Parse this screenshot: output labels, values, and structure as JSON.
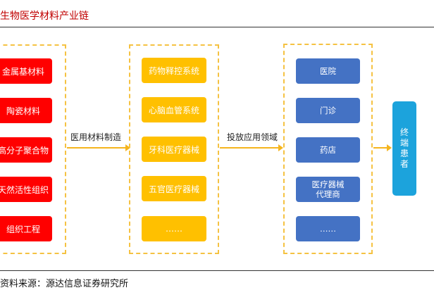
{
  "title": "生物医学材料产业链",
  "col1": [
    "金属基材料",
    "陶瓷材料",
    "高分子聚合物",
    "天然活性组织",
    "组织工程"
  ],
  "col2": [
    "药物释控系统",
    "心脑血管系统",
    "牙科医疗器械",
    "五官医疗器械",
    "……"
  ],
  "col3": [
    "医院",
    "门诊",
    "药店",
    "医疗器械\n代理商",
    "……"
  ],
  "arrow1_label": "医用材料制造",
  "arrow2_label": "投放应用领域",
  "end_label": "终\n端\n患\n者",
  "source": "资料来源：源达信息证券研究所",
  "colors": {
    "title": "#c00000",
    "red": "#ff0000",
    "yellow": "#ffc000",
    "blue": "#4472c4",
    "end": "#1ca3dc",
    "dash": "#f5c242",
    "arrow": "#f5b51e"
  }
}
